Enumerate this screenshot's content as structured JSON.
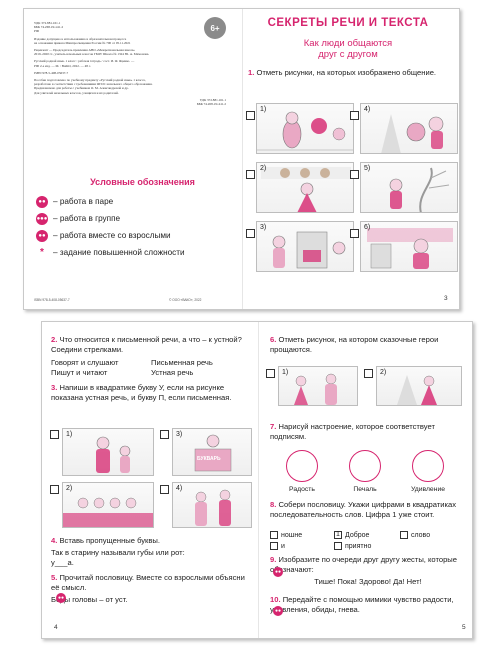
{
  "spread1": {
    "imprint": {
      "age_badge": "6+",
      "lines": [
        "УДК 372.881.161.1",
        "ББК 74.268.19=411.2",
        "Р90",
        "",
        "Издание допущено к использованию в образовательном процессе",
        "на основании приказа Минпросвещения России № 700 от 05.11.2021",
        "",
        "Рецензент — Председатель правления АНО «Межрегиональная школа»",
        "2019–2020 гг., учитель начальных классов ГБОУ Школа № 1324 Ю. А. Мамонова.",
        "",
        "Русский родной язык. 1 класс : рабочая тетрадь / сост. И. Ф. Яценко. —",
        "Р90 2-е изд. — М. : ВАКО, 2022. — 48 с.",
        "",
        "ISBN 978-5-408-05637-7",
        "",
        "Пособие подготовлено по учебному предмету «Русский родной язык» 1 класса,",
        "разработано в соответствии с требованиями ФГОС начального общего образования.",
        "Предназначено для работы с учебником О. М. Александровой и др.",
        "Для учителей начальных классов, учащихся и их родителей."
      ],
      "codes": [
        "УДК 372.881.161.1",
        "ББК 74.268.19=411.2"
      ],
      "isbn_footer": "ISBN 978-5-408-05637-7",
      "copyright_footer": "© ООО «ВАКО», 2022"
    },
    "legend": {
      "title": "Условные обозначения",
      "items": [
        {
          "icon": "pair-work-icon",
          "text": "– работа в паре"
        },
        {
          "icon": "group-work-icon",
          "text": "– работа в группе"
        },
        {
          "icon": "adult-work-icon",
          "text": "– работа вместе со взрослыми"
        },
        {
          "icon": "asterisk",
          "text": "– задание повышенной сложности"
        }
      ]
    },
    "page3": {
      "section_title": "СЕКРЕТЫ РЕЧИ И ТЕКСТА",
      "lesson_title_1": "Как люди общаются",
      "lesson_title_2": "друг с другом",
      "task1": {
        "num": "1.",
        "text": "Отметь рисунки, на которых изображено общение."
      },
      "pic_labels": [
        "1)",
        "2)",
        "3)",
        "4)",
        "5)",
        "6)"
      ],
      "page_number": "3"
    }
  },
  "spread2": {
    "page4": {
      "task2": {
        "num": "2.",
        "text": "Что относится к письменной речи, а что – к устной? Соедини стрелками.",
        "left": [
          "Говорят и слушают",
          "Пишут и читают"
        ],
        "right": [
          "Письменная речь",
          "Устная речь"
        ]
      },
      "task3": {
        "num": "3.",
        "text": "Напиши в квадратике букву У, если на рисунке показана устная речь, и букву П, если письменная."
      },
      "pic_labels": [
        "1)",
        "2)",
        "3)",
        "4)"
      ],
      "book_word": "БУКВАРЬ",
      "task4": {
        "num": "4.",
        "text": "Вставь пропущенные буквы.",
        "line": "Так в старину называли губы или рот:",
        "answer": "у___а."
      },
      "task5": {
        "num": "5.",
        "text": "Прочитай пословицу. Вместе со взрослыми объясни её смысл.",
        "proverb": "Бёды головы – от уст."
      },
      "page_number": "4"
    },
    "page5": {
      "task6": {
        "num": "6.",
        "text": "Отметь рисунок, на котором сказочные герои прощаются."
      },
      "pic_labels": [
        "1)",
        "2)"
      ],
      "task7": {
        "num": "7.",
        "text": "Нарисуй настроение, которое соответствует подписям."
      },
      "moods": [
        "Радость",
        "Печаль",
        "Удивление"
      ],
      "task8": {
        "num": "8.",
        "text": "Собери пословицу. Укажи цифрами в квадратиках последовательность слов. Цифра 1 уже стоит.",
        "words": [
          {
            "word": "ношне",
            "mark": ""
          },
          {
            "word": "Доброе",
            "mark": "1"
          },
          {
            "word": "слово",
            "mark": ""
          },
          {
            "word": "и",
            "mark": ""
          },
          {
            "word": "приятно",
            "mark": ""
          }
        ]
      },
      "task9": {
        "num": "9.",
        "text": "Изобразите по очереди друг другу жесты, которые обозначают:",
        "phrases": "Тише! Пока! Здорово! Да! Нет!"
      },
      "task10": {
        "num": "10.",
        "text": "Передайте с помощью мимики чувство радости, удивления, обиды, гнева."
      },
      "page_number": "5"
    }
  },
  "colors": {
    "accent": "#d6246e",
    "pink_fill": "#e9a8c4",
    "gray": "#8b8b8b"
  }
}
